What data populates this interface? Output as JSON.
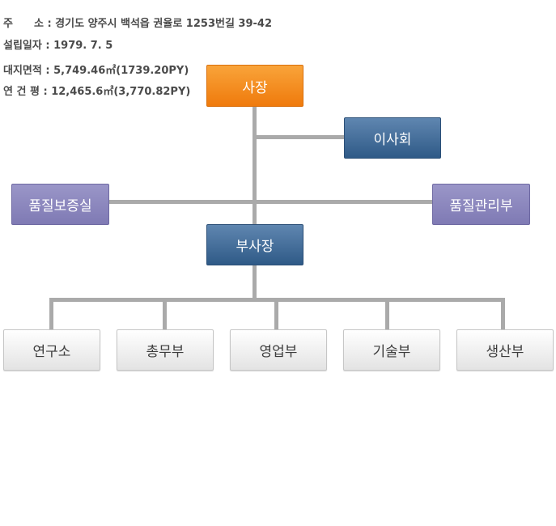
{
  "company_info": {
    "address_label": "주　　소",
    "address_value": ": 경기도 양주시 백석읍 권율로 1253번길 39-42",
    "established_label": "설립일자",
    "established_value": ": 1979. 7. 5",
    "land_area_label": "대지면적",
    "land_area_value": ": 5,749.46㎡(1739.20PY)",
    "floor_area_label": "연 건 평",
    "floor_area_value": ": 12,465.6㎡(3,770.82PY)"
  },
  "org_chart": {
    "ceo": "사장",
    "board": "이사회",
    "quality_assurance": "품질보증실",
    "quality_management": "품질관리부",
    "vice_president": "부사장",
    "departments": [
      "연구소",
      "총무부",
      "영업부",
      "기술부",
      "생산부"
    ]
  },
  "colors": {
    "ceo": "#f08a1c",
    "executive": "#3d6896",
    "quality": "#8884bd",
    "department": "#f0f0f0",
    "connector": "#aaaaaa"
  }
}
